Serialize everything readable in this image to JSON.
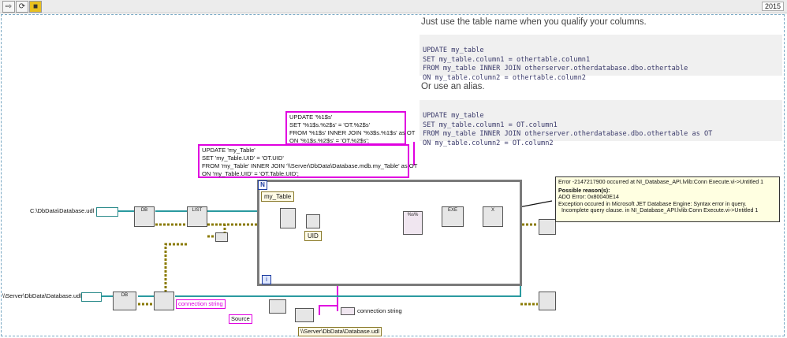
{
  "toolbar": {
    "run_glyph": "⇨",
    "continuous_glyph": "⟳",
    "abort_glyph": "■",
    "version": "2015"
  },
  "answer": {
    "intro": "Just use the table name when you qualify your columns.",
    "code1": [
      "UPDATE my_table",
      "SET my_table.column1 = othertable.column1",
      "FROM my_table INNER JOIN otherserver.otherdatabase.dbo.othertable",
      "ON my_table.column2 = othertable.column2"
    ],
    "alias_text": "Or use an alias.",
    "code2": [
      "UPDATE my_table",
      "SET my_table.column1 = OT.column1",
      "FROM my_table INNER JOIN otherserver.otherdatabase.dbo.othertable as OT",
      "ON my_table.column2 = OT.column2"
    ]
  },
  "diagram": {
    "format_string": "UPDATE '%1$s'\nSET '%1$s.%2$s' = 'OT.%2$s'\nFROM '%1$s' INNER JOIN '%3$s.%1$s' as OT\nON '%1$s.%2$s' = 'OT.%2$s';",
    "resulting_query": "UPDATE 'my_Table'\nSET 'my_Table.UID' = 'OT.UID'\nFROM 'my_Table' INNER JOIN '\\\\Server\\DbData\\Database.mdb.my_Table' as OT\nON 'my_Table.UID' = 'OT.Table.UID';",
    "udl_path_1": "C:\\DbData\\Database.udl",
    "udl_path_2": "\\\\Server\\DbData\\Database.udl",
    "table_name": "my_Table",
    "column_name": "UID",
    "connection_string_label": "connection string",
    "connection_string_label_2": "connection string",
    "source_label": "Source",
    "server_db_path": "\\\\Server\\DbData\\Database.udl",
    "loop_tag": "N",
    "loop_index": "i",
    "error_box": {
      "line1": "Error -2147217900 occurred at NI_Database_API.lvlib:Conn Execute.vi->Untitled 1",
      "heading": "Possible reason(s):",
      "line2": "ADO Error: 0x80040E14",
      "line3": "Exception occured in Microsoft JET Database Engine: Syntax error in query.",
      "line4": "  Incomplete query clause. in NI_Database_API.lvlib:Conn Execute.vi->Untitled 1"
    },
    "node_labels": {
      "open": "DB",
      "execute": "EXE",
      "close": "X",
      "fmt": "%s%",
      "list": "LIST"
    }
  }
}
